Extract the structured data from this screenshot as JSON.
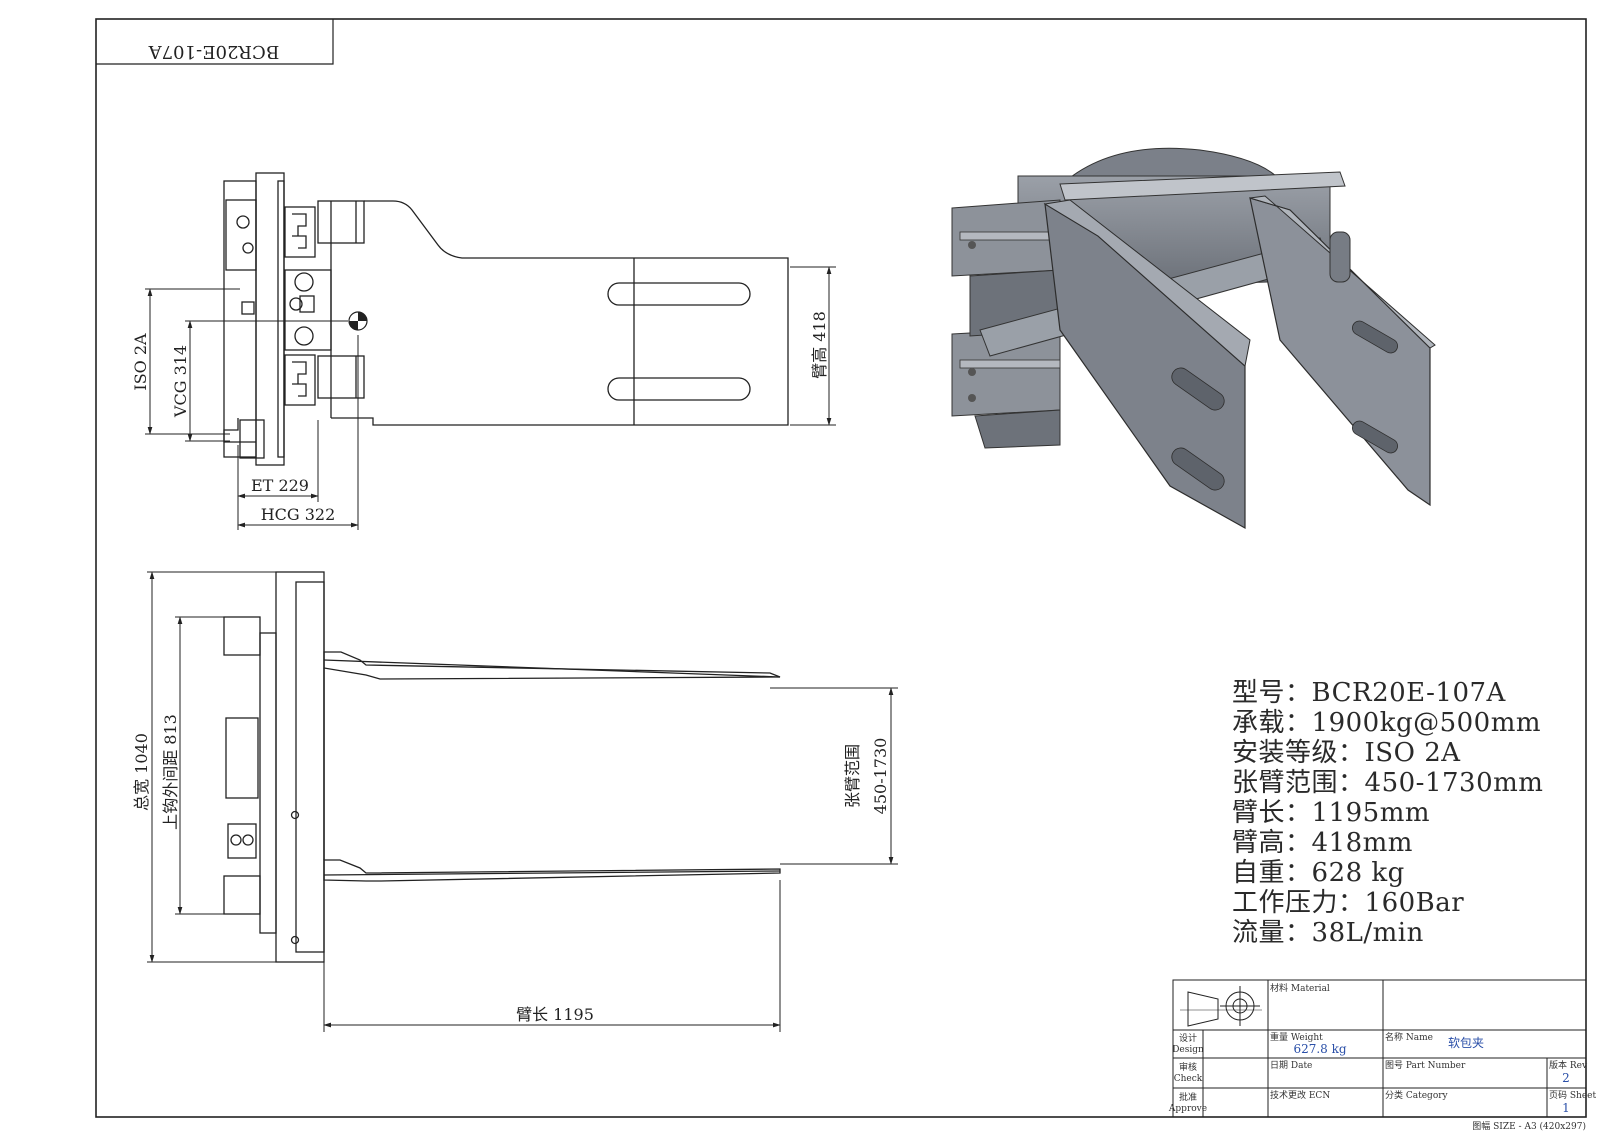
{
  "drawing": {
    "corner_label": "BCR20E-107A",
    "dimensions": {
      "iso": "ISO 2A",
      "vcg": "VCG 314",
      "arm_height": "臂高 418",
      "et": "ET 229",
      "hcg": "HCG 322",
      "total_width": "总宽 1040",
      "hook_spacing": "上钩外间距 813",
      "open_range_label": "张臂范围",
      "open_range_value": "450-1730",
      "arm_length": "臂长 1195"
    }
  },
  "specs": [
    {
      "label": "型号",
      "value": "BCR20E-107A"
    },
    {
      "label": "承载",
      "value": "1900kg@500mm"
    },
    {
      "label": "安装等级",
      "value": "ISO 2A"
    },
    {
      "label": "张臂范围",
      "value": "450-1730mm"
    },
    {
      "label": "臂长",
      "value": "1195mm"
    },
    {
      "label": "臂高",
      "value": "418mm"
    },
    {
      "label": "自重",
      "value": "628 kg"
    },
    {
      "label": "工作压力",
      "value": "160Bar"
    },
    {
      "label": "流量",
      "value": "38L/min"
    }
  ],
  "spec_separator": "：",
  "title_block": {
    "material_label": "材料 Material",
    "material_value": "",
    "design_label": "设计",
    "design_label_en": "Design",
    "check_label": "审核",
    "check_label_en": "Check",
    "approve_label": "批准",
    "approve_label_en": "Approve",
    "weight_label": "重量 Weight",
    "weight_value": "627.8 kg",
    "date_label": "日期 Date",
    "ecn_label": "技术更改 ECN",
    "name_label": "名称 Name",
    "name_value": "软包夹",
    "part_number_label": "图号 Part Number",
    "category_label": "分类 Category",
    "rev_label": "版本 Rev",
    "rev_value": "2",
    "sheet_label": "页码 Sheet",
    "sheet_value": "1",
    "size_note": "图幅 SIZE - A3 (420x297)"
  }
}
